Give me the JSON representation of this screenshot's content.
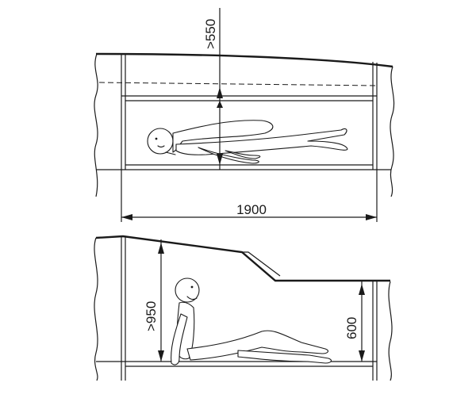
{
  "dimensions": {
    "top_clearance": ">550",
    "length": "1900",
    "sitting_clearance": ">950",
    "low_clearance": "600"
  }
}
